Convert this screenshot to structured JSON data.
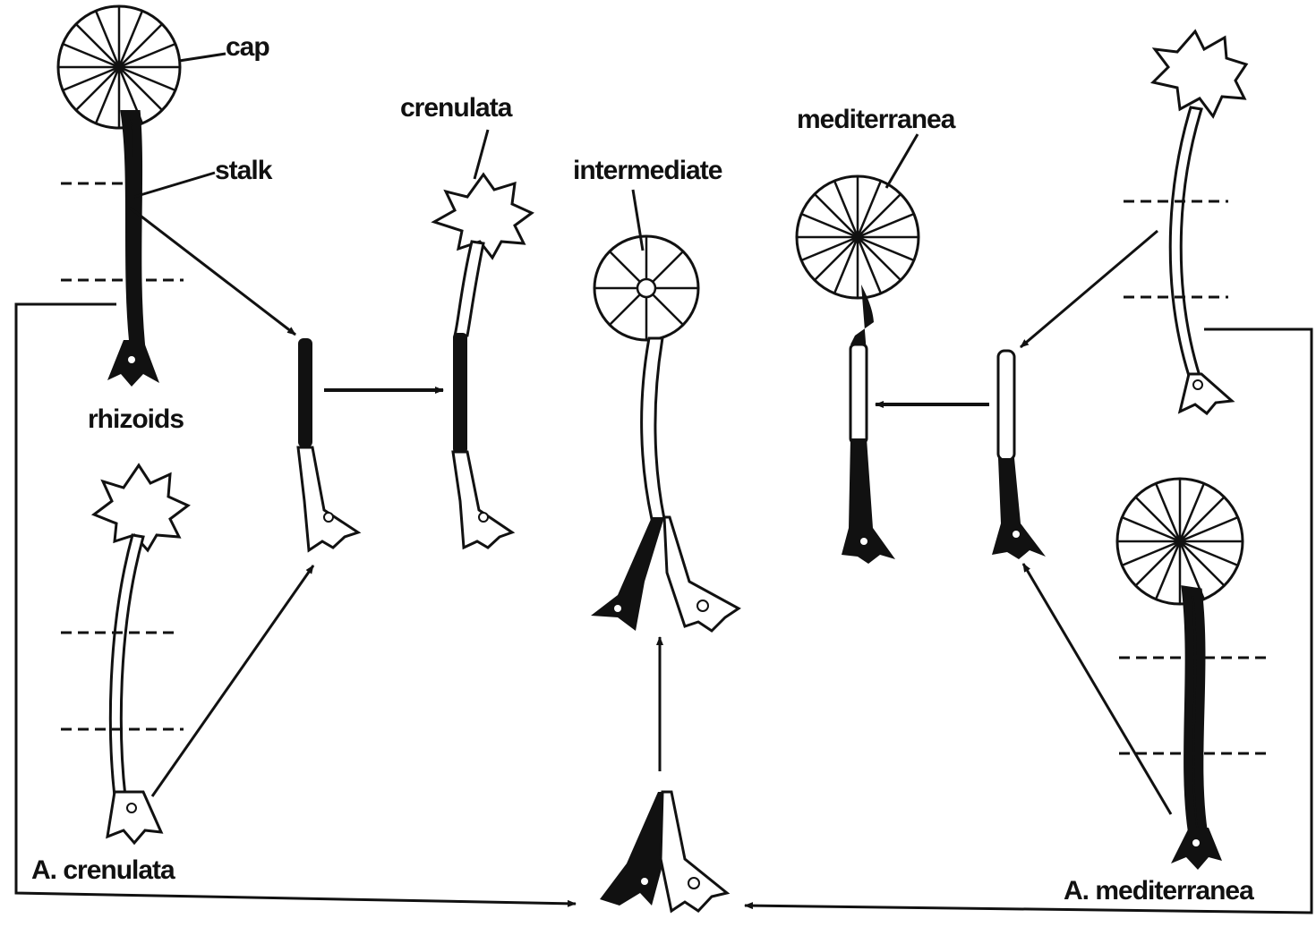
{
  "labels": {
    "cap": "cap",
    "stalk": "stalk",
    "rhizoids": "rhizoids",
    "crenulata": "crenulata",
    "intermediate": "intermediate",
    "mediterranea": "mediterranea",
    "a_crenulata": "A. crenulata",
    "a_mediterranea": "A. mediterranea"
  },
  "colors": {
    "ink": "#111111",
    "paper": "#ffffff"
  }
}
